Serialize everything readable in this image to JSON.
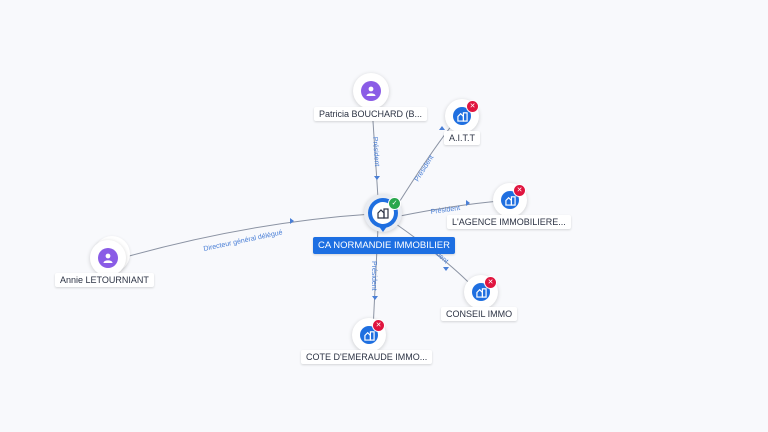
{
  "nodes": {
    "center": {
      "label": "CA NORMANDIE IMMOBILIER",
      "kind": "company",
      "status": "active"
    },
    "patricia": {
      "label": "Patricia BOUCHARD (B...",
      "kind": "person"
    },
    "annie": {
      "label": "Annie LETOURNIANT",
      "kind": "person"
    },
    "aitt": {
      "label": "A.I.T.T",
      "kind": "company",
      "status": "closed"
    },
    "agence": {
      "label": "L'AGENCE IMMOBILIERE...",
      "kind": "company",
      "status": "closed"
    },
    "conseil": {
      "label": "CONSEIL IMMO",
      "kind": "company",
      "status": "closed"
    },
    "cote": {
      "label": "COTE D'EMERAUDE IMMO...",
      "kind": "company",
      "status": "closed"
    }
  },
  "edges": {
    "patricia_center": "Président",
    "annie_center": "Directeur général délégué",
    "center_aitt": "Président",
    "center_agence": "Président",
    "center_conseil": "Président",
    "center_cote": "Président"
  },
  "colors": {
    "person": "#8a5ce6",
    "company": "#1f6fe0",
    "closed_badge": "#e0153f",
    "active_badge": "#2aa74d",
    "edge_label": "#4a7fd6"
  },
  "icons": {
    "person": "person-icon",
    "company": "building-icon",
    "closed": "close-icon",
    "active": "check-icon"
  }
}
